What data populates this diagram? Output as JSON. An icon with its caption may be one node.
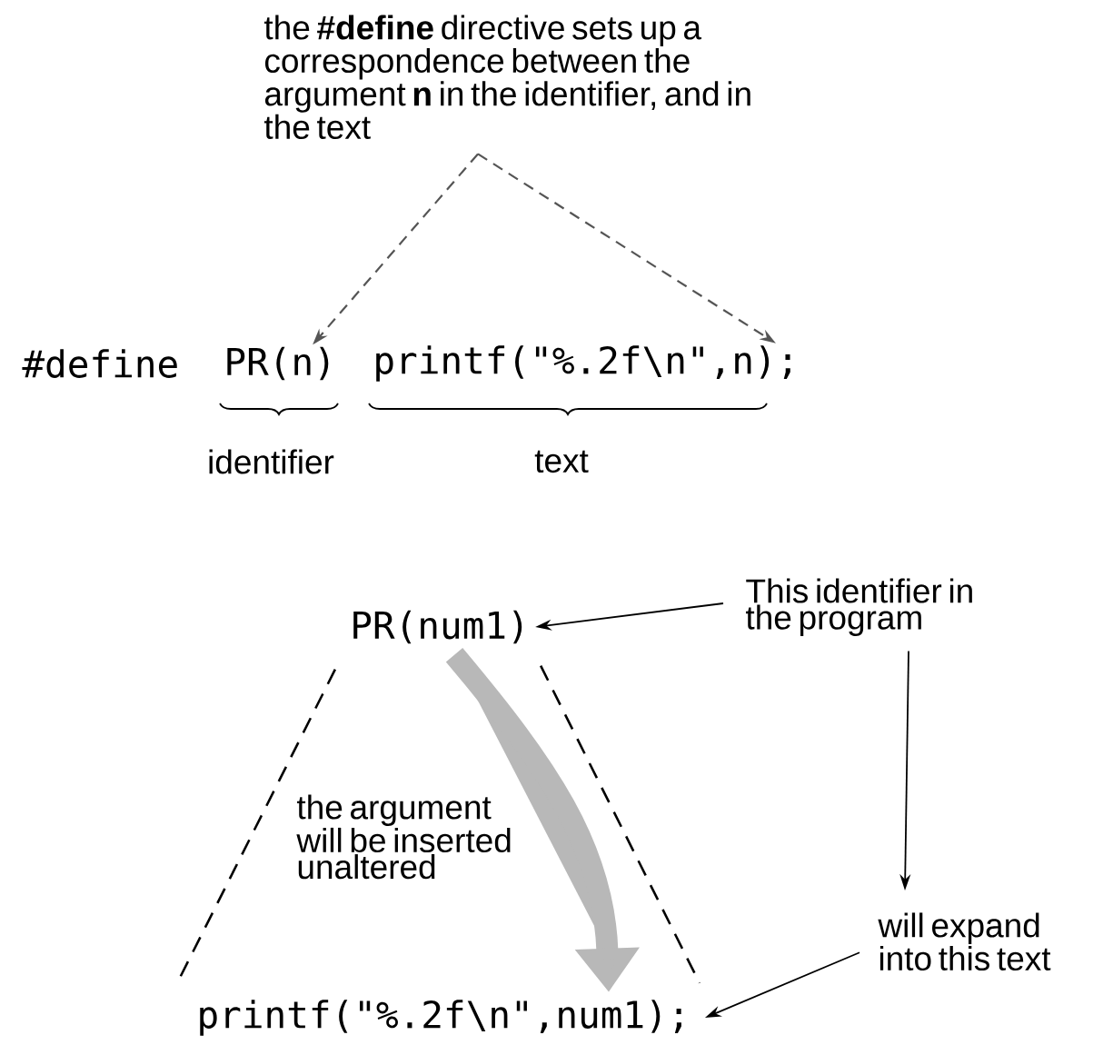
{
  "diagram": {
    "nodes": [
      {
        "text": [
          "the **#define** directive sets up a correspondence between the argument **n** in the identifier, and in the text"
        ]
      },
      {
        "text": [
          "PR(n)"
        ],
        "beside": [
          "identifier"
        ]
      },
      {
        "text": [
          "printf(\"%.2f\\n\",n);"
        ],
        "beside": [
          "text"
        ]
      },
      {
        "text": [
          "PR(num1)"
        ]
      },
      {
        "text": [
          "This identifier in the program"
        ]
      },
      {
        "text": [
          "will expand into this text"
        ]
      },
      {
        "text": [
          "printf(\"%.2f\\n\",num1);"
        ]
      }
    ],
    "edges": [
      {
        "from": 0,
        "to": 1,
        "arrow": "to",
        "style": "dashed",
        "color": "#555555"
      },
      {
        "from": 0,
        "to": 2,
        "arrow": "to",
        "style": "dashed",
        "color": "#555555"
      },
      {
        "from": 4,
        "to": 3,
        "arrow": "to"
      },
      {
        "from": 4,
        "to": 5,
        "arrow": "to"
      },
      {
        "from": 5,
        "to": 6,
        "arrow": "to"
      },
      {
        "from": 3,
        "to": 6,
        "arrow": "to",
        "style": "thick",
        "color": "#b8b8b8"
      },
      {
        "from": 3,
        "to": 6,
        "arrow": "none",
        "style": "dashed"
      },
      {
        "from": 3,
        "to": 6,
        "arrow": "none",
        "style": "dashed"
      }
    ],
    "labels": [
      "#define",
      "the argument will be inserted unaltered"
    ]
  }
}
